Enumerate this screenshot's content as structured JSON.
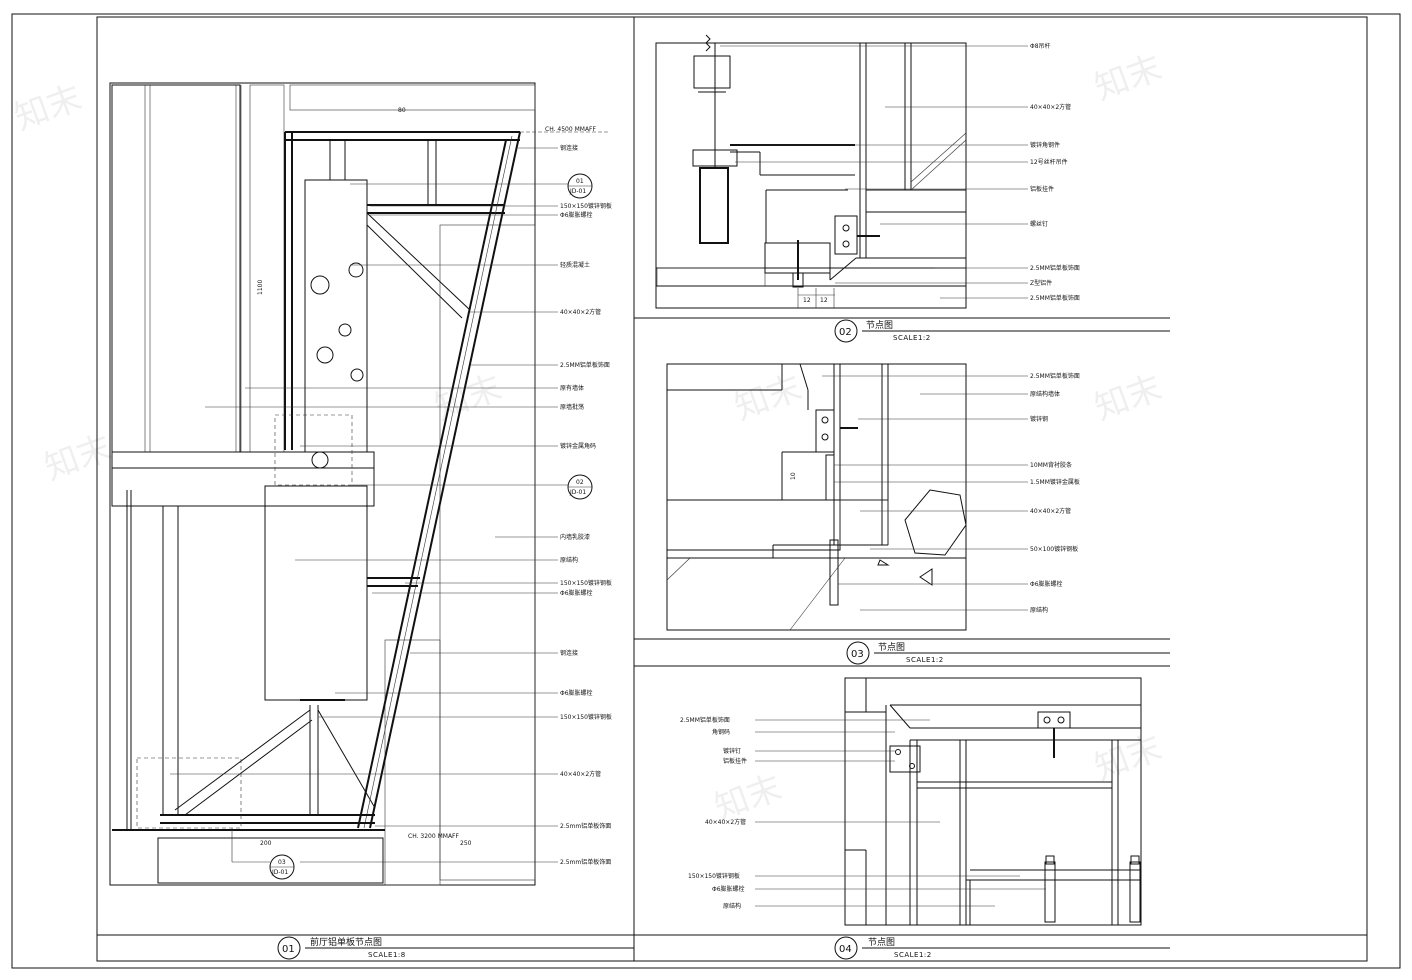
{
  "sheet": {
    "details": [
      {
        "num": "01",
        "title": "前厅铝单板节点图",
        "scale": "SCALE1:8"
      },
      {
        "num": "02",
        "title": "节点图",
        "scale": "SCALE1:2"
      },
      {
        "num": "03",
        "title": "节点图",
        "scale": "SCALE1:2"
      },
      {
        "num": "04",
        "title": "节点图",
        "scale": "SCALE1:2"
      }
    ]
  },
  "detail01": {
    "labels": [
      "钢连接",
      "150×150镀锌钢板",
      "Φ6膨胀螺栓",
      "轻质混凝土",
      "40×40×2方管",
      "2.5MM铝单板饰面",
      "原有墙体",
      "原墙批荡",
      "镀锌金属角码",
      "内墙乳胶漆",
      "原结构",
      "150×150镀锌钢板",
      "Φ6膨胀螺栓",
      "钢连接",
      "Φ6膨胀螺栓",
      "150×150镀锌钢板",
      "40×40×2方管",
      "2.5mm铝单板饰面",
      "2.5mm铝单板饰面"
    ],
    "ref_tags": [
      {
        "top": "01",
        "bottom": "JD-01"
      },
      {
        "top": "02",
        "bottom": "JD-01"
      },
      {
        "top": "03",
        "bottom": "JD-01"
      }
    ],
    "dims": [
      "80",
      "1100",
      "200",
      "250"
    ],
    "levels": [
      "CH. 4500 MMAFF",
      "CH. 3200 MMAFF"
    ]
  },
  "detail02": {
    "labels": [
      "Φ8吊杆",
      "40×40×2方管",
      "镀锌角钢件",
      "12号丝杆吊件",
      "铝板挂件",
      "螺丝钉",
      "2.5MM铝单板饰面",
      "Z型铝件",
      "2.5MM铝单板饰面"
    ],
    "dims": [
      "12",
      "12"
    ]
  },
  "detail03": {
    "labels": [
      "2.5MM铝单板饰面",
      "原结构墙体",
      "镀锌钢",
      "10MM背衬胶条",
      "1.5MM镀锌金属板",
      "40×40×2方管",
      "50×100镀锌钢板",
      "Φ6膨胀螺栓",
      "原结构"
    ],
    "dims": [
      "10"
    ]
  },
  "detail04": {
    "labels": [
      "2.5MM铝单板饰面",
      "角钢码",
      "镀锌钉",
      "铝板挂件",
      "40×40×2方管",
      "150×150镀锌钢板",
      "Φ6膨胀螺栓",
      "原结构"
    ]
  },
  "watermark": "知末"
}
